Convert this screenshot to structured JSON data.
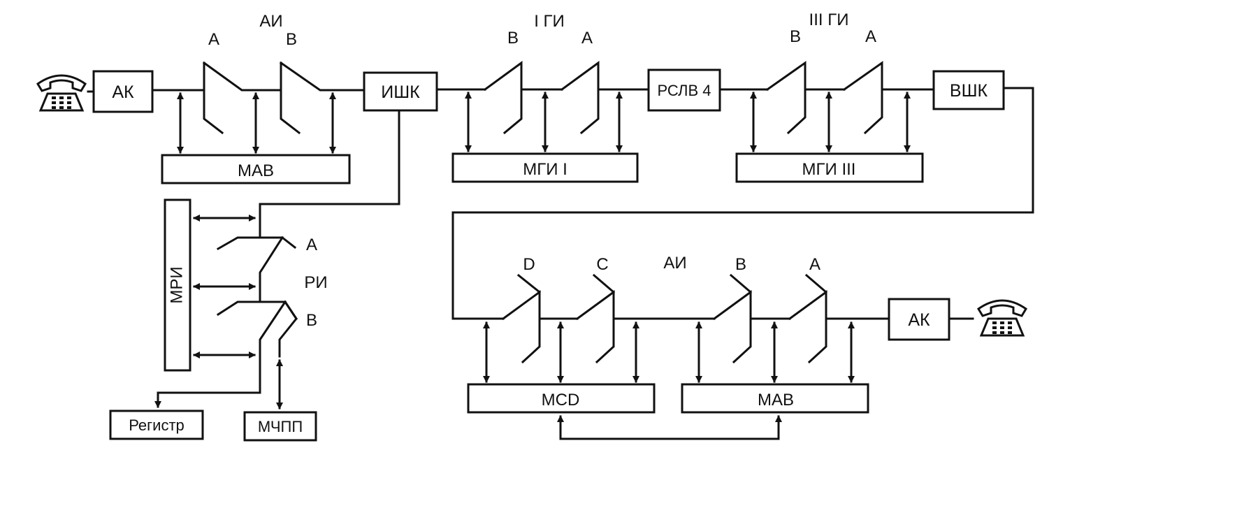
{
  "stages": {
    "ai_top": "АИ",
    "gi1": "I ГИ",
    "gi3": "III ГИ",
    "ai_bottom": "АИ",
    "ri": "РИ"
  },
  "blocks": {
    "ak_left": "АК",
    "mav_top": "МАВ",
    "ishk": "ИШК",
    "mgi1": "МГИ I",
    "rslv4": "РСЛВ 4",
    "mgi3": "МГИ III",
    "vshk": "ВШК",
    "mri": "МРИ",
    "registr": "Регистр",
    "mchpp": "МЧПП",
    "msd": "МСD",
    "mav_bottom": "МАВ",
    "ak_right": "АК"
  },
  "ports": {
    "a": "A",
    "b": "B",
    "c": "C",
    "d": "D"
  },
  "icons": {
    "phone": "telephone-icon"
  }
}
